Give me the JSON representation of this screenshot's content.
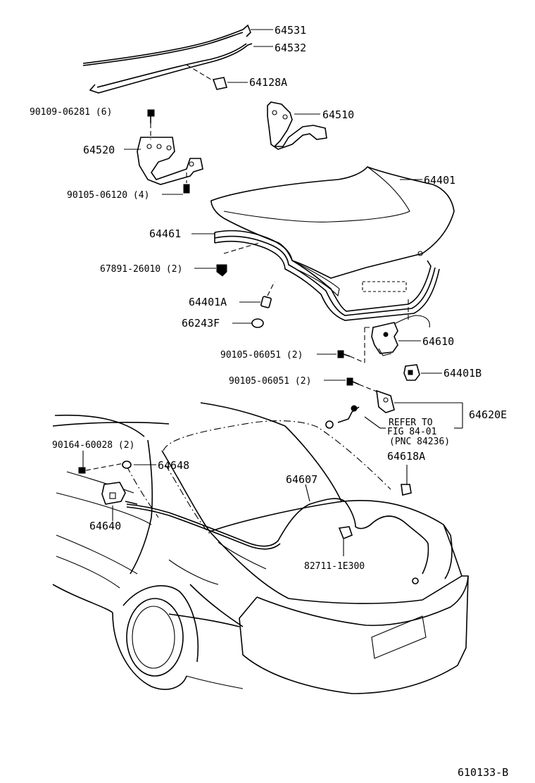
{
  "diagram_id": "610133-B",
  "labels": {
    "p64531": "64531",
    "p64532": "64532",
    "p64128A": "64128A",
    "b90109": "90109-06281 (6)",
    "p64510": "64510",
    "p64520": "64520",
    "p64401": "64401",
    "b90105_06120": "90105-06120 (4)",
    "p64461": "64461",
    "c67891": "67891-26010 (2)",
    "p64401A": "64401A",
    "p66243F": "66243F",
    "p64610": "64610",
    "b90105_06051a": "90105-06051 (2)",
    "p64401B": "64401B",
    "b90105_06051b": "90105-06051 (2)",
    "p64620E": "64620E",
    "refer1": "REFER TO",
    "refer2": "FIG 84-01",
    "refer3": "(PNC 84236)",
    "b90164": "90164-60028 (2)",
    "p64648": "64648",
    "p64618A": "64618A",
    "p64607": "64607",
    "p64640": "64640",
    "p82711": "82711-1E300"
  }
}
